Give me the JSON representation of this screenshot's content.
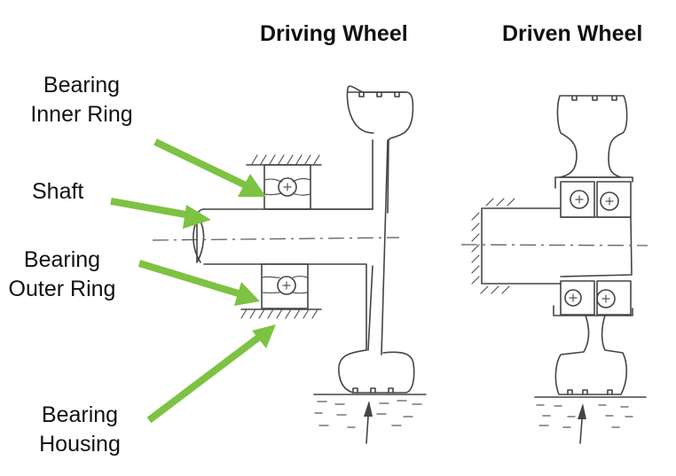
{
  "titles": {
    "driving": "Driving Wheel",
    "driven": "Driven Wheel"
  },
  "labels": {
    "inner_ring": [
      "Bearing",
      "Inner Ring"
    ],
    "shaft": "Shaft",
    "outer_ring": [
      "Bearing",
      "Outer Ring"
    ],
    "housing": [
      "Bearing",
      "Housing"
    ]
  },
  "colors": {
    "arrow": "#7dc242",
    "sketch": "#444444"
  }
}
